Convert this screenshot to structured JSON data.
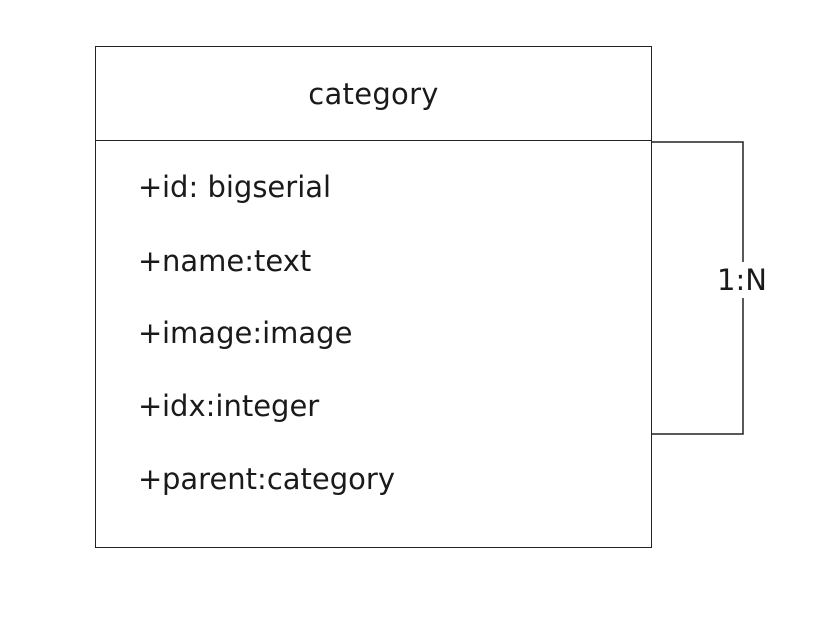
{
  "entity": {
    "title": "category",
    "fields": [
      {
        "marker": "+",
        "text": "id: bigserial"
      },
      {
        "marker": "+",
        "text": "name:text"
      },
      {
        "marker": "+",
        "text": "image:image"
      },
      {
        "marker": "+",
        "text": "idx:integer"
      },
      {
        "marker": "+",
        "text": "parent:category"
      }
    ]
  },
  "relationship": {
    "label": "1:N",
    "type": "self-reference"
  },
  "colors": {
    "line": "#222222",
    "text": "#1a1a1a",
    "background": "#ffffff"
  }
}
